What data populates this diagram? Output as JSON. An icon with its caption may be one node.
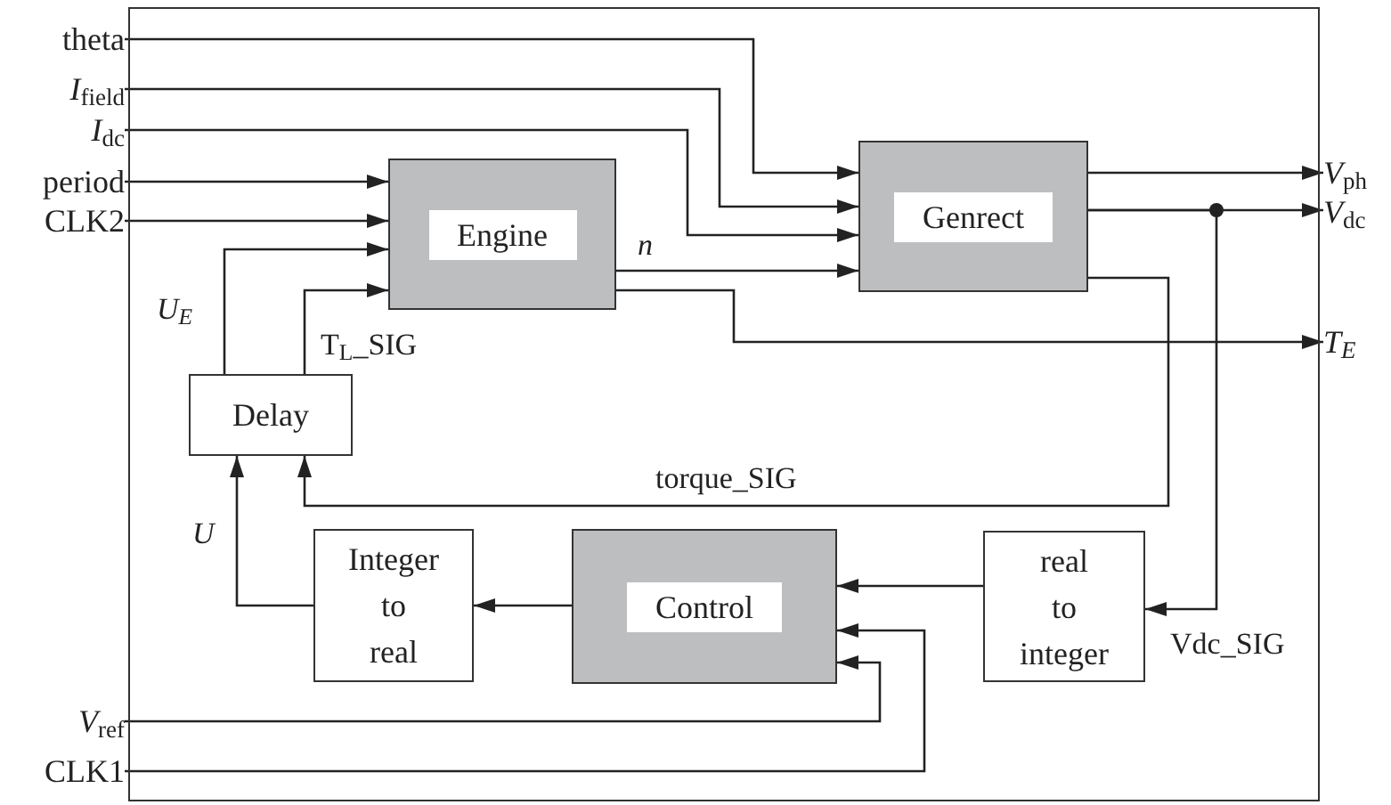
{
  "diagram": {
    "nodes": [
      {
        "text": [],
        "shape": "box"
      },
      {
        "text": [
          "theta"
        ]
      },
      {
        "text": [
          "*I*$_{field}$"
        ]
      },
      {
        "text": [
          "*I*$_{dc}$"
        ]
      },
      {
        "text": [
          "period"
        ]
      },
      {
        "text": [
          "CLK2"
        ]
      },
      {
        "text": [
          "Engine"
        ],
        "in": 0
      },
      {
        "text": [
          "Genrect"
        ],
        "in": 0
      },
      {
        "text": [
          "*V*$_{ph}$"
        ]
      },
      {
        "text": [
          "*V*$_{dc}$"
        ]
      },
      {
        "text": [
          "T$_{E}$"
        ]
      },
      {
        "text": [
          "Delay"
        ],
        "in": 0
      },
      {
        "text": [
          "Integer to real"
        ],
        "in": 0
      },
      {
        "text": [
          "Control"
        ],
        "in": 0
      },
      {
        "text": [
          "real to integer"
        ],
        "in": 0
      },
      {
        "text": [
          "*V*$_{ref}$"
        ]
      },
      {
        "text": [
          "CLK1"
        ]
      }
    ],
    "edges": [
      {
        "from": 1,
        "to": 7,
        "arrow": "to"
      },
      {
        "from": 2,
        "to": 7,
        "arrow": "to"
      },
      {
        "from": 3,
        "to": 7,
        "arrow": "to"
      },
      {
        "from": 4,
        "to": 6,
        "arrow": "to"
      },
      {
        "from": 5,
        "to": 6,
        "arrow": "to"
      },
      {
        "from": 11,
        "to": 6,
        "arrow": "to",
        "label": "U$_{E}$"
      },
      {
        "from": 11,
        "to": 6,
        "arrow": "to",
        "label": "T$_{L}$_SIG"
      },
      {
        "from": 6,
        "to": 7,
        "arrow": "to",
        "label": "n"
      },
      {
        "from": 6,
        "to": 10,
        "arrow": "to"
      },
      {
        "from": 7,
        "to": 8,
        "arrow": "to"
      },
      {
        "from": 7,
        "to": 9,
        "arrow": "to"
      },
      {
        "from": 7,
        "to": 14,
        "arrow": "to",
        "label": "Vdc_SIG"
      },
      {
        "from": 7,
        "to": 11,
        "arrow": "to",
        "label": "torque_SIG"
      },
      {
        "from": 14,
        "to": 13,
        "arrow": "to"
      },
      {
        "from": 15,
        "to": 13,
        "arrow": "to"
      },
      {
        "from": 16,
        "to": 13,
        "arrow": "to"
      },
      {
        "from": 13,
        "to": 12,
        "arrow": "to"
      },
      {
        "from": 12,
        "to": 11,
        "arrow": "to",
        "label": "U"
      }
    ]
  }
}
